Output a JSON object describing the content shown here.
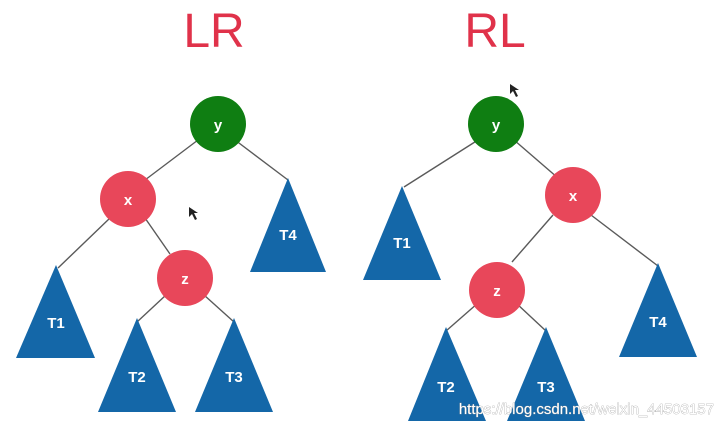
{
  "colors": {
    "accent": "#e0324a",
    "green": "#0f7e12",
    "red": "#e8475a",
    "blue": "#1467a8"
  },
  "left": {
    "title": "LR",
    "nodes": {
      "y": "y",
      "x": "x",
      "z": "z"
    },
    "subtrees": {
      "t1": "T1",
      "t2": "T2",
      "t3": "T3",
      "t4": "T4"
    }
  },
  "right": {
    "title": "RL",
    "nodes": {
      "y": "y",
      "x": "x",
      "z": "z"
    },
    "subtrees": {
      "t1": "T1",
      "t2": "T2",
      "t3": "T3",
      "t4": "T4"
    }
  },
  "watermark": "https://blog.csdn.net/weixin_44503157"
}
